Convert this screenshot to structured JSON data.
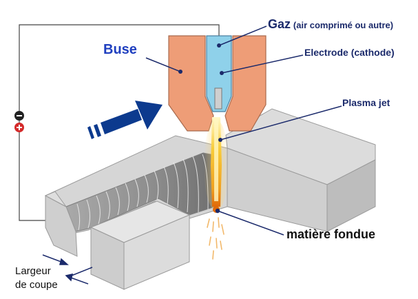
{
  "labels": {
    "buse": "Buse",
    "gaz": "Gaz",
    "gaz_detail": "(air comprimé ou autre)",
    "electrode": "Electrode (cathode)",
    "plasma_jet": "Plasma jet",
    "matiere_fondue": "matière fondue",
    "largeur_line1": "Largeur",
    "largeur_line2": "de coupe"
  },
  "colors": {
    "nozzle": "#ee9d77",
    "electrode": "#8fd1ea",
    "leader": "#1b2a6b",
    "arrow": "#0c3a8e",
    "workpiece_top": "#d8d8d8",
    "workpiece_front": "#c9c9c9",
    "plasma": "#f6b81d",
    "molten": "#e06a0a"
  },
  "polarity": {
    "negative": "−",
    "positive": "+"
  }
}
